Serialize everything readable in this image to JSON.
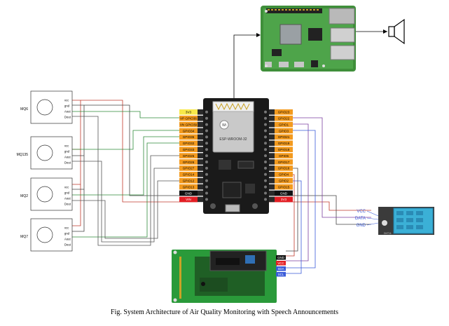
{
  "caption": "Fig. System Architecture of Air Quality Monitoring with Speech Announcements",
  "sensors": [
    {
      "name": "MQ6",
      "pins": [
        "vcc",
        "gnd",
        "Aout",
        "Dout"
      ]
    },
    {
      "name": "MQ135",
      "pins": [
        "vcc",
        "gnd",
        "Aout",
        "Dout"
      ]
    },
    {
      "name": "MQ2",
      "pins": [
        "vcc",
        "gnd",
        "Aout",
        "Dout"
      ]
    },
    {
      "name": "MQ7",
      "pins": [
        "vcc",
        "gnd",
        "Aout",
        "Dout"
      ]
    }
  ],
  "esp32": {
    "left_pins": [
      "3V3",
      "VP GPIO36",
      "VN GPIO39",
      "GPIO34",
      "GPIO35",
      "GPIO32",
      "GPIO33",
      "GPIO25",
      "GPIO26",
      "GPIO27",
      "GPIO14",
      "GPIO12",
      "GPIO13",
      "GND",
      "VIN"
    ],
    "right_pins": [
      "GPIO23",
      "GPIO22",
      "GPIO1",
      "GPIO3",
      "GPIO21",
      "GPIO19",
      "GPIO18",
      "GPIO5",
      "GPIO17",
      "GPIO16",
      "GPIO4",
      "GPIO2",
      "GPIO15",
      "GND",
      "3V3"
    ],
    "chip_label": "ESP-WROOM-32"
  },
  "dht": {
    "labels": [
      "VCC",
      "DATA",
      "GND"
    ],
    "part": "DHT11"
  },
  "lcd": {
    "pins": [
      "GND",
      "VCC",
      "SDA",
      "SCL"
    ]
  },
  "colors": {
    "orange_pin": "#f39a1e",
    "yellow_pin": "#f7e84a",
    "red_pin": "#e31e24",
    "black_pin": "#111111",
    "board": "#1a1a1a",
    "wire_red": "#c0392b",
    "wire_purple": "#7b3fa0",
    "wire_blue": "#3a5bd9",
    "wire_green": "#2e8b3a",
    "wire_dark": "#444444"
  }
}
